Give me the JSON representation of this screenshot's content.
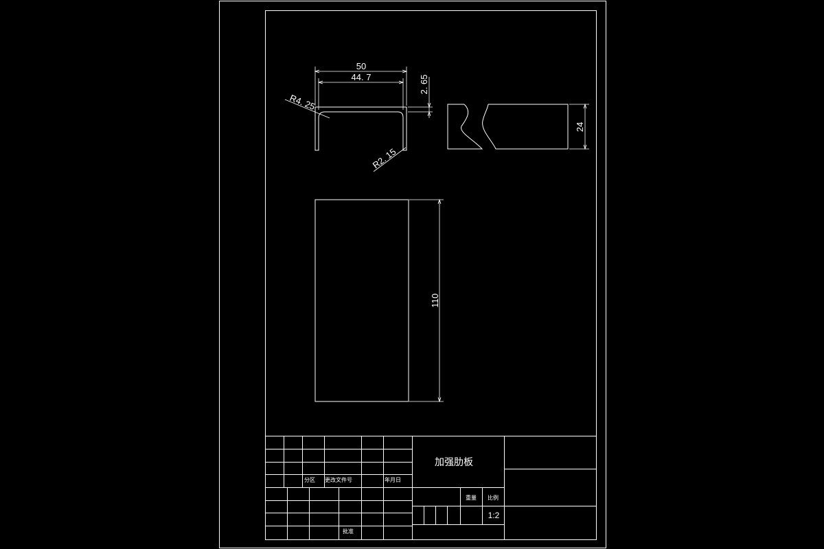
{
  "drawing": {
    "dimensions": {
      "width_outer": "50",
      "width_inner": "44. 7",
      "thickness": "2. 65",
      "radius_outer": "R4. 25",
      "radius_inner": "R2. 15",
      "side_height": "24",
      "plate_length": "110"
    }
  },
  "title_block": {
    "part_name": "加强肋板",
    "zone_label": "分区",
    "change_doc_label": "更改文件号",
    "date_label": "年月日",
    "approve_label": "批准",
    "weight_label": "重量",
    "scale_label": "比例",
    "scale_value": "1:2"
  }
}
